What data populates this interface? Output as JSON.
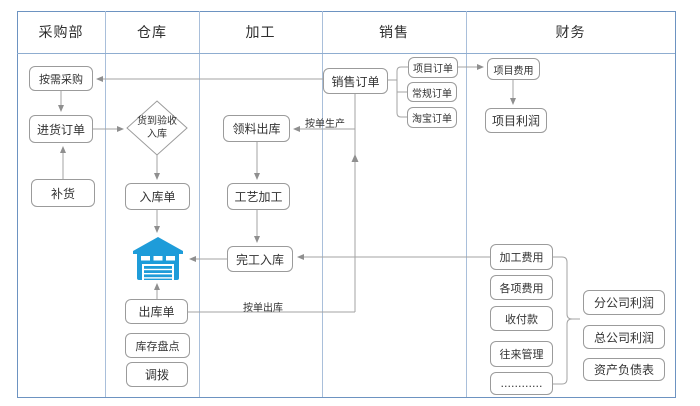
{
  "lanes": {
    "purchasing": "采购部",
    "warehouse": "仓库",
    "processing": "加工",
    "sales": "销售",
    "finance": "财务"
  },
  "nodes": {
    "purchase_on_demand": "按需采购",
    "purchase_order": "进货订单",
    "replenish": "补货",
    "goods_inspection": "货到验收入库",
    "inbound_receipt": "入库单",
    "outbound_receipt": "出库单",
    "stock_count": "库存盘点",
    "transfer": "调拨",
    "material_outbound": "领料出库",
    "process_machining": "工艺加工",
    "finished_inbound": "完工入库",
    "sales_order": "销售订单",
    "project_order": "项目订单",
    "regular_order": "常规订单",
    "taobao_order": "淘宝订单",
    "project_cost": "项目费用",
    "project_profit": "项目利润",
    "processing_cost": "加工费用",
    "misc_cost": "各项费用",
    "payments": "收付款",
    "transactions": "往来管理",
    "ellipsis": "............",
    "branch_profit": "分公司利润",
    "hq_profit": "总公司利润",
    "balance_sheet": "资产负债表"
  },
  "edge_labels": {
    "produce_to_order": "按单生产",
    "ship_to_order": "按单出库"
  },
  "icons": {
    "warehouse_icon": "warehouse-icon"
  },
  "colors": {
    "outer_border": "#6d93c1",
    "lane_divider": "#a9bfda",
    "box_border": "#9b9b9b",
    "flow_line": "#a3a3a3",
    "warehouse_icon_blue": "#1e9cd9",
    "text": "#333333"
  }
}
